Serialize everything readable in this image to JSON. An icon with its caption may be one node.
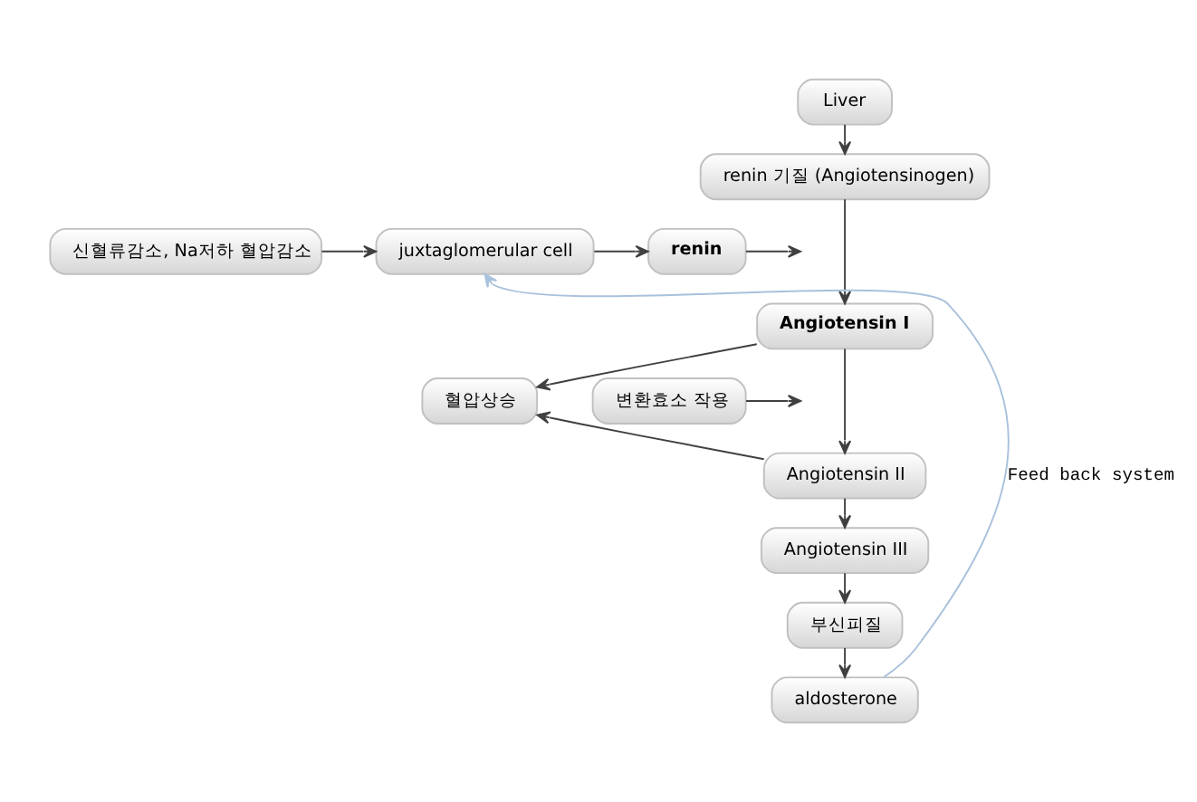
{
  "diagram": {
    "nodes": [
      {
        "text": [
          "Liver"
        ]
      },
      {
        "text": [
          "renin 기질 (Angiotensinogen)"
        ]
      },
      {
        "text": [
          "신혈류감소, Na저하 혈압감소"
        ]
      },
      {
        "text": [
          "juxtaglomerular cell"
        ]
      },
      {
        "text": [
          "renin"
        ]
      },
      {
        "text": [
          "Angiotensin I"
        ]
      },
      {
        "text": [
          "혈압상승"
        ]
      },
      {
        "text": [
          "변환효소 작용"
        ]
      },
      {
        "text": [
          "Angiotensin II"
        ]
      },
      {
        "text": [
          "Angiotensin III"
        ]
      },
      {
        "text": [
          "부신피질"
        ]
      },
      {
        "text": [
          "aldosterone"
        ]
      }
    ],
    "edges": [
      {
        "from": 0,
        "to": 1,
        "arrow": "to"
      },
      {
        "from": 1,
        "to": 5,
        "arrow": "to"
      },
      {
        "from": 2,
        "to": 3,
        "arrow": "to"
      },
      {
        "from": 3,
        "to": 4,
        "arrow": "to"
      },
      {
        "from": 4,
        "to": null,
        "arrow": "to"
      },
      {
        "from": 5,
        "to": 6,
        "arrow": "to"
      },
      {
        "from": 5,
        "to": 8,
        "arrow": "to"
      },
      {
        "from": 7,
        "to": null,
        "arrow": "to"
      },
      {
        "from": 8,
        "to": 6,
        "arrow": "to"
      },
      {
        "from": 8,
        "to": 9,
        "arrow": "to"
      },
      {
        "from": 9,
        "to": 10,
        "arrow": "to"
      },
      {
        "from": 10,
        "to": 11,
        "arrow": "to"
      },
      {
        "from": 11,
        "to": 3,
        "arrow": "to",
        "label": "Feed back system",
        "color": "#a9c1dc"
      }
    ]
  }
}
